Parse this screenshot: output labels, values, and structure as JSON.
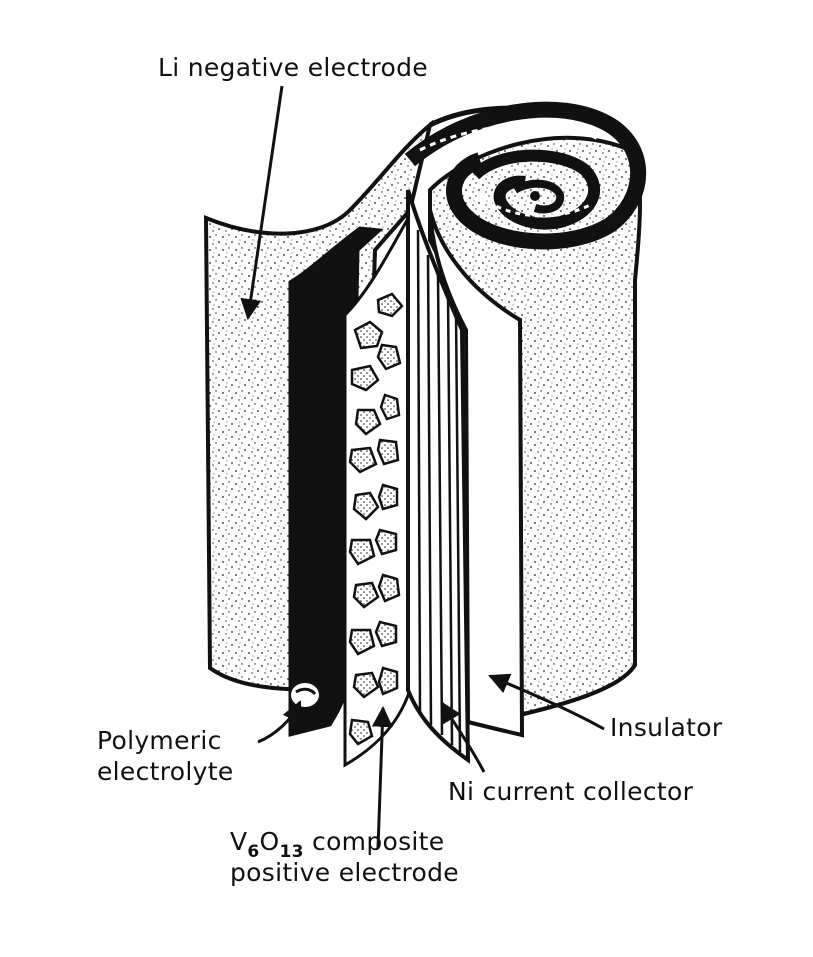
{
  "labels": {
    "li_negative": "Li negative electrode",
    "polymeric_line1": "Polymeric",
    "polymeric_line2": "electrolyte",
    "insulator": "Insulator",
    "ni_collector": "Ni current collector",
    "v6o13": {
      "base1": "V",
      "sub1": "6",
      "base2": "O",
      "sub2": "13",
      "rest": " composite",
      "line2": "positive electrode"
    }
  },
  "colors": {
    "ink": "#111111",
    "paper": "#ffffff"
  }
}
